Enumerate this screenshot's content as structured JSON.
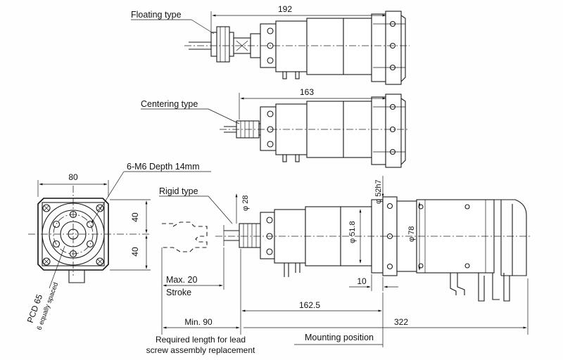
{
  "views": {
    "floating": {
      "label": "Floating type",
      "length": "192"
    },
    "centering": {
      "label": "Centering type",
      "length": "163"
    },
    "rigid": {
      "label": "Rigid type"
    }
  },
  "flange": {
    "width": "80",
    "tap_note": "6-M6 Depth 14mm",
    "half_top": "40",
    "half_bottom": "40",
    "pcd": "PCD 65",
    "pcd_note": "6 equally spaced"
  },
  "rigid_dims": {
    "rod_dia": "φ 28",
    "body_dia": "φ 51.8",
    "pilot_dia": "φ 52h7",
    "motor_dia": "φ 78",
    "max_stroke": "Max. 20",
    "stroke": "Stroke",
    "pilot_len": "10",
    "to_mount": "162.5",
    "min_len": "Min. 90",
    "overall": "322",
    "replace_note_1": "Required length for lead",
    "replace_note_2": "screw assembly replacement",
    "mounting": "Mounting position"
  }
}
